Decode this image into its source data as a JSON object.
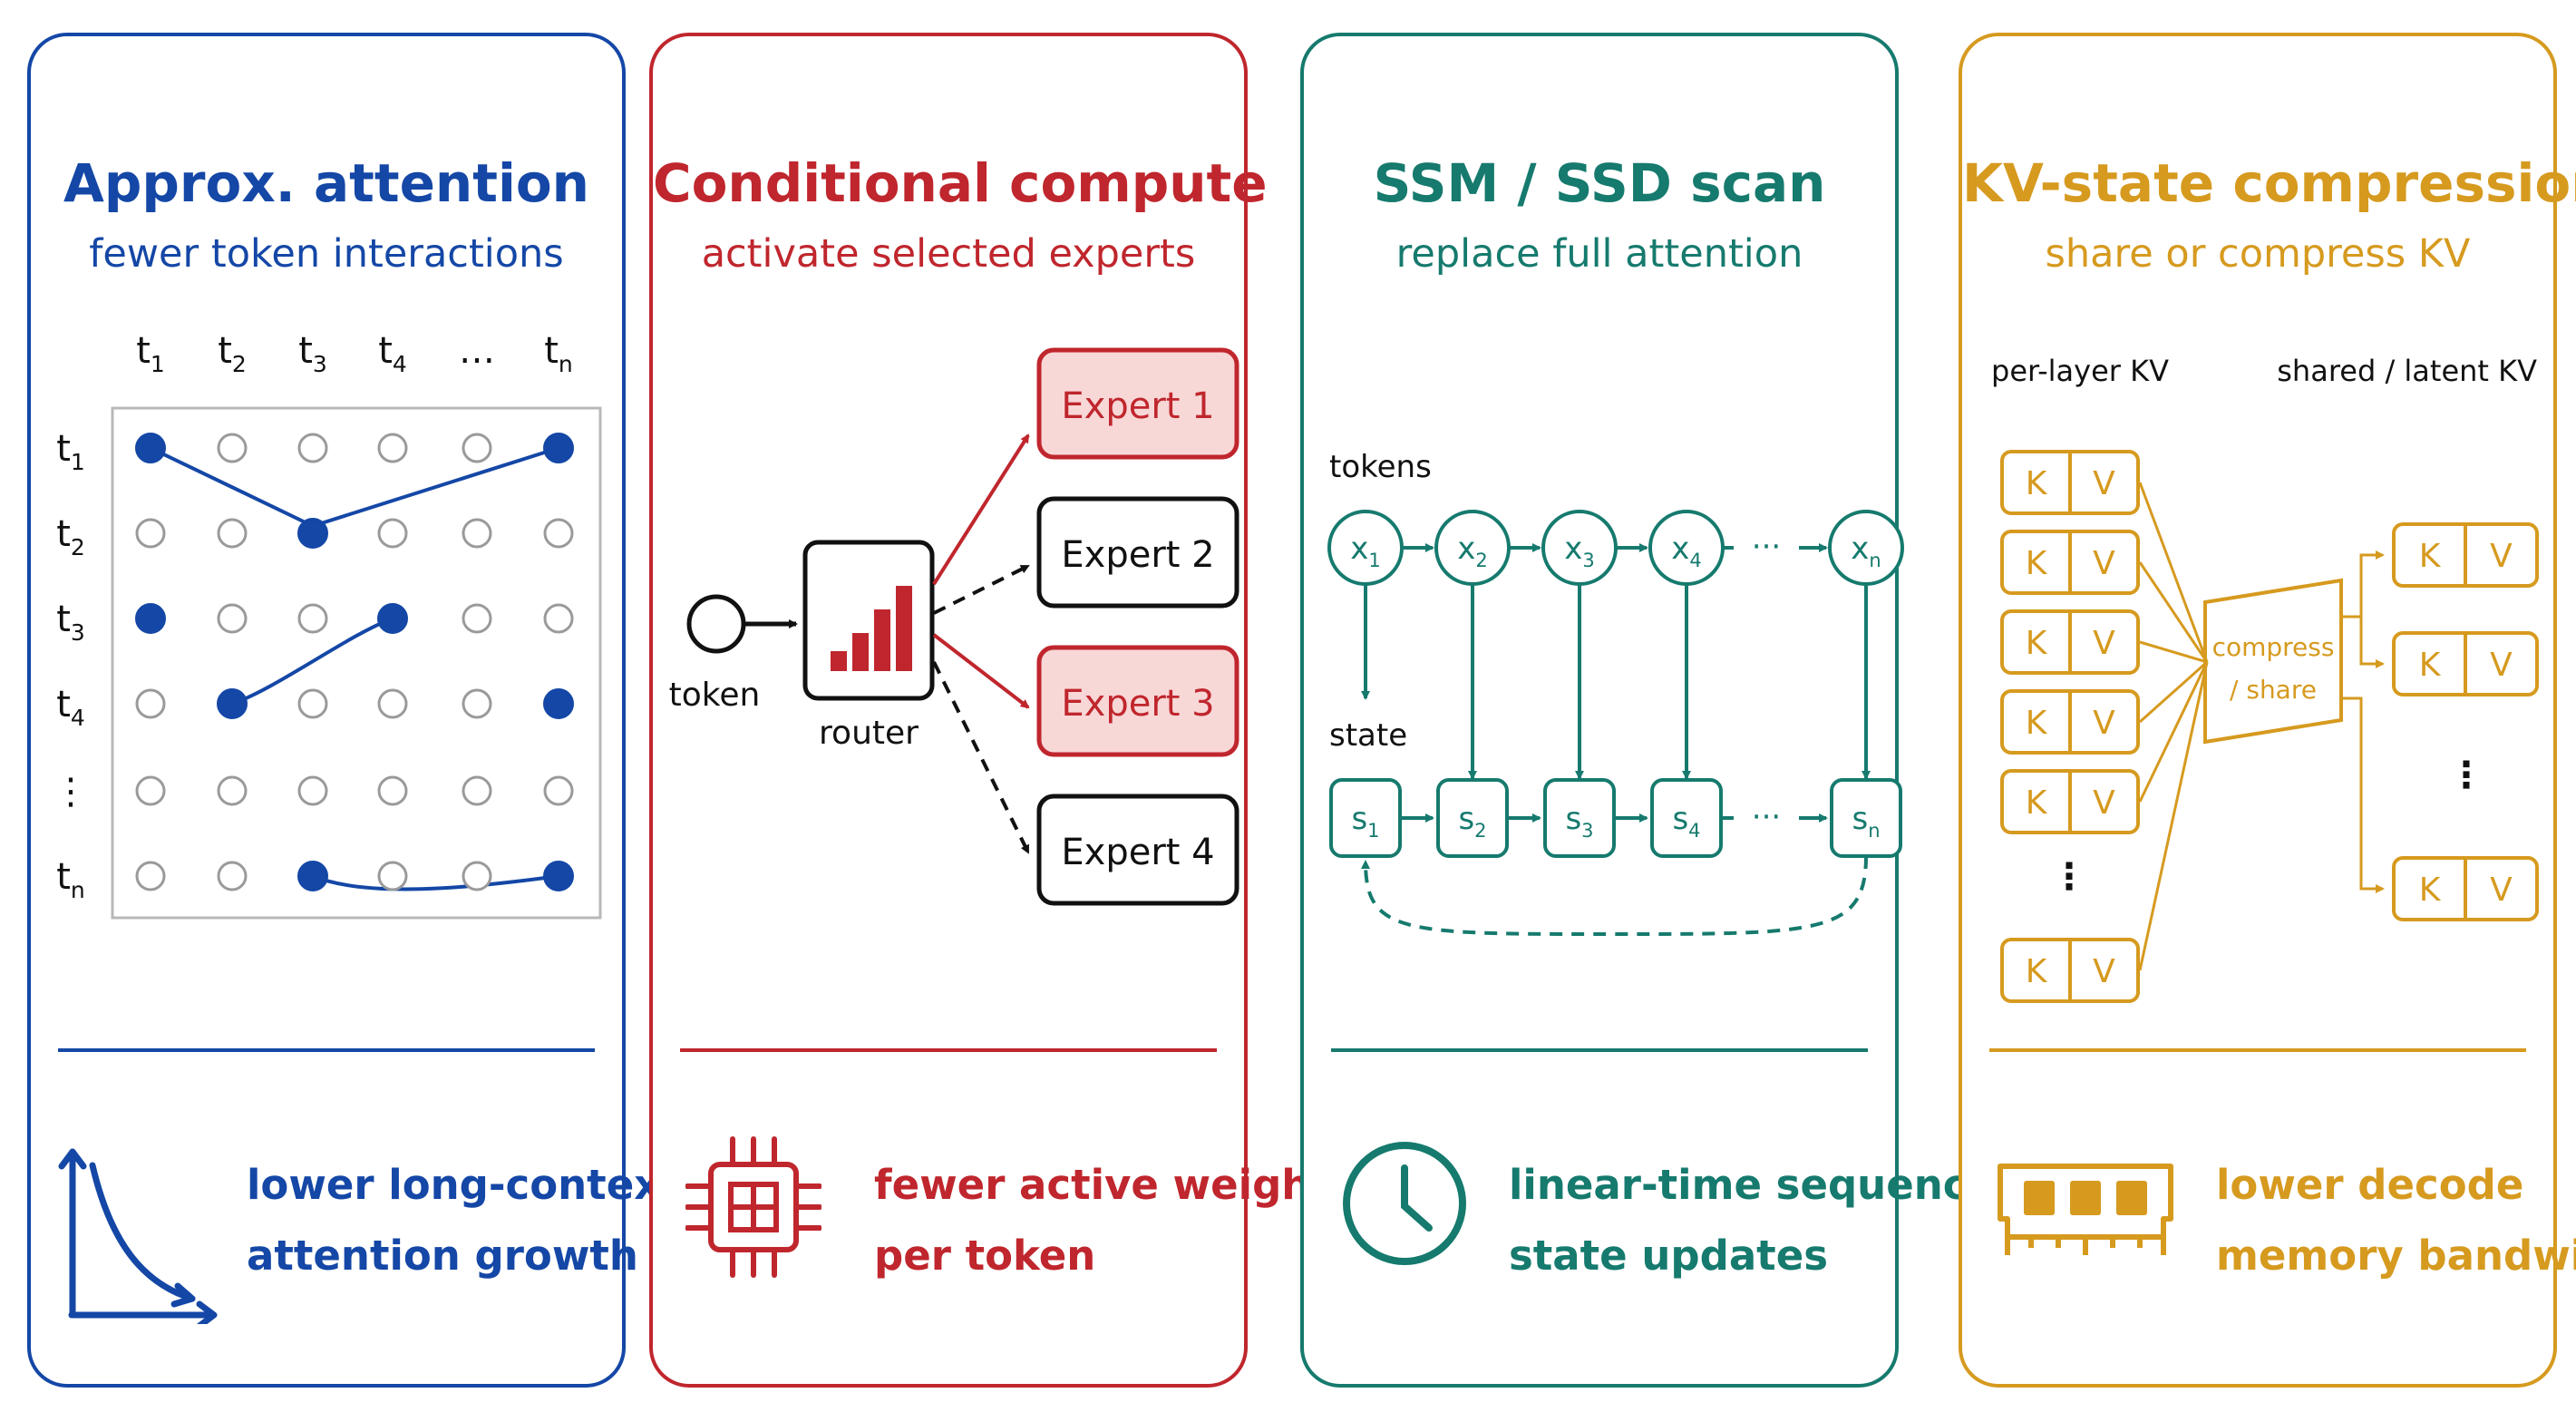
{
  "colors": {
    "blue": "#1447a6",
    "red": "#c0262d",
    "teal": "#167a6e",
    "gold": "#d69a1f"
  },
  "panels": [
    {
      "title": "Approx. attention",
      "subtitle": "fewer token interactions",
      "footer": [
        "lower long-context",
        "attention growth"
      ],
      "footer_icon": "decay-curve-icon",
      "columns": [
        "t1",
        "t2",
        "t3",
        "t4",
        "…",
        "tn"
      ],
      "rows": [
        "t1",
        "t2",
        "t3",
        "t4",
        "⋮",
        "tn"
      ]
    },
    {
      "title": "Conditional compute",
      "subtitle": "activate selected experts",
      "footer": [
        "fewer active weights",
        "per token"
      ],
      "footer_icon": "chip-icon",
      "token_label": "token",
      "router_label": "router",
      "experts": [
        {
          "label": "Expert 1",
          "active": true
        },
        {
          "label": "Expert 2",
          "active": false
        },
        {
          "label": "Expert 3",
          "active": true
        },
        {
          "label": "Expert 4",
          "active": false
        }
      ]
    },
    {
      "title": "SSM / SSD scan",
      "subtitle": "replace full attention",
      "footer": [
        "linear-time sequence",
        "state updates"
      ],
      "footer_icon": "clock-icon",
      "tokens_label": "tokens",
      "state_label": "state",
      "token_nodes": [
        "x1",
        "x2",
        "x3",
        "x4",
        "xn"
      ],
      "state_nodes": [
        "s1",
        "s2",
        "s3",
        "s4",
        "sn"
      ],
      "ellipsis": "···"
    },
    {
      "title": "KV-state compression",
      "subtitle": "share or compress KV",
      "footer": [
        "lower decode",
        "memory bandwidth"
      ],
      "footer_icon": "memory-module-icon",
      "left_label": "per-layer KV",
      "right_label": "shared / latent KV",
      "compress_label": [
        "compress",
        "/ share"
      ],
      "k": "K",
      "v": "V"
    }
  ]
}
